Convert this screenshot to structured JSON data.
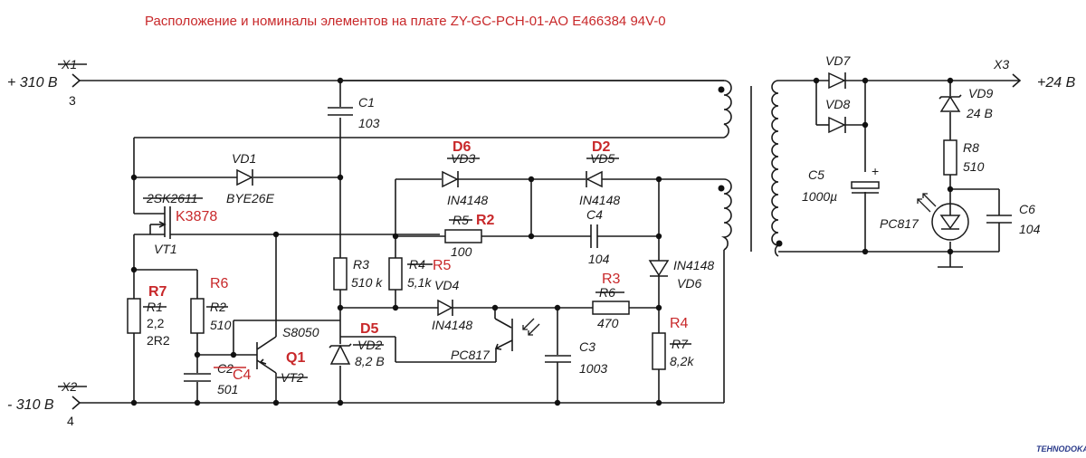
{
  "title": "Расположение  и номиналы элементов на плате ZY-GC-PCH-01-AO  E466384 94V-0",
  "watermark": "TEHNODOKA.RU",
  "colors": {
    "wire": "#1a1a1a",
    "new_designator": "#c8282a",
    "background": "#ffffff"
  },
  "connectors": {
    "x1": {
      "designator": "X1",
      "voltage": "+ 310 В",
      "pin": "3"
    },
    "x2": {
      "designator": "X2",
      "voltage": "- 310 В",
      "pin": "4"
    },
    "x3": {
      "designator": "X3",
      "voltage": "+24 В"
    }
  },
  "components": {
    "c1": {
      "ref": "C1",
      "value": "103"
    },
    "vd1": {
      "ref": "VD1",
      "value": "BYE26E"
    },
    "vt1": {
      "ref": "VT1",
      "old_part": "2SK2611",
      "new_part": "K3878"
    },
    "r1": {
      "old_ref": "R1",
      "new_ref": "R7",
      "value": "2,2",
      "marking": "2R2"
    },
    "r2": {
      "old_ref": "R2",
      "new_ref": "R6",
      "value": "510"
    },
    "c2": {
      "old_ref": "C2",
      "new_ref": "C4",
      "value": "501"
    },
    "vt2": {
      "old_ref": "VT2",
      "new_ref": "Q1",
      "part": "S8050"
    },
    "r3": {
      "ref": "R3",
      "value": "510 k"
    },
    "r4": {
      "old_ref": "R4",
      "new_ref": "R5",
      "value": "5,1k"
    },
    "vd2": {
      "old_ref": "VD2",
      "new_ref": "D5",
      "value": "8,2 В"
    },
    "vd3": {
      "old_ref": "VD3",
      "new_ref": "D6",
      "part": "IN4148"
    },
    "vd5": {
      "old_ref": "VD5",
      "new_ref": "D2",
      "part": "IN4148"
    },
    "r5": {
      "old_ref": "R5",
      "new_ref": "R2",
      "value": "100"
    },
    "c4": {
      "ref": "C4",
      "value": "104"
    },
    "vd4": {
      "ref": "VD4",
      "part": "IN4148"
    },
    "opto_tr": {
      "part": "PC817"
    },
    "c3": {
      "ref": "C3",
      "value": "1003"
    },
    "r6": {
      "old_ref": "R6",
      "new_ref": "R3",
      "value": "470"
    },
    "vd6": {
      "ref": "VD6",
      "part": "IN4148"
    },
    "r7": {
      "old_ref": "R7",
      "new_ref": "R4",
      "value": "8,2k"
    },
    "vd7": {
      "ref": "VD7"
    },
    "vd8": {
      "ref": "VD8"
    },
    "c5": {
      "ref": "C5",
      "value": "1000µ",
      "polarity": "+"
    },
    "vd9": {
      "ref": "VD9",
      "value": "24 В"
    },
    "r8": {
      "ref": "R8",
      "value": "510"
    },
    "opto_led": {
      "part": "PC817"
    },
    "c6": {
      "ref": "C6",
      "value": "104"
    }
  }
}
